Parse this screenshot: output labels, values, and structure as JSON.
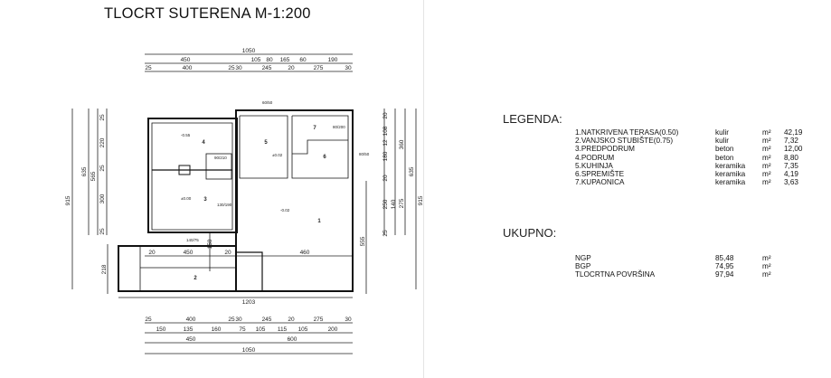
{
  "title": "TLOCRT SUTERENA   M-1:200",
  "plan": {
    "top_dims": {
      "total": "1050",
      "row2": [
        "450",
        "105",
        "80",
        "165",
        "60",
        "190"
      ],
      "row3": [
        "25",
        "400",
        "25",
        "30",
        "245",
        "20",
        "275",
        "30"
      ]
    },
    "bottom_dims": {
      "row1": [
        "25",
        "400",
        "25",
        "30",
        "245",
        "20",
        "275",
        "30"
      ],
      "row2": [
        "150",
        "135",
        "160",
        "75",
        "105",
        "115",
        "105",
        "200"
      ],
      "row3": [
        "450",
        "600"
      ],
      "total": "1050"
    },
    "left_dims": [
      "915",
      "635",
      "565",
      "25",
      "220",
      "25",
      "300",
      "25",
      "218"
    ],
    "right_dims": [
      "915",
      "635",
      "360",
      "275",
      "555",
      "20",
      "108",
      "12",
      "180",
      "20",
      "250",
      "140",
      "25"
    ],
    "inner_dims": [
      "20",
      "450",
      "20",
      "460",
      "150",
      "1203"
    ],
    "rooms": [
      "1",
      "2",
      "3",
      "4",
      "5",
      "6",
      "7"
    ],
    "levels": [
      "-0.55",
      "±0.00",
      "±0.02",
      "-0.02"
    ],
    "openings": [
      "80/200",
      "90/210",
      "130/190",
      "140/75",
      "60/50",
      "80/50"
    ]
  },
  "legend": {
    "heading": "LEGENDA:",
    "unit": "m²",
    "items": [
      {
        "name": "1.NATKRIVENA TERASA(0.50)",
        "material": "kulir",
        "value": "42,19"
      },
      {
        "name": "2.VANJSKO STUBIŠTE(0.75)",
        "material": "kulir",
        "value": "7,32"
      },
      {
        "name": "3.PREDPODRUM",
        "material": "beton",
        "value": "12,00"
      },
      {
        "name": "4.PODRUM",
        "material": "beton",
        "value": "8,80"
      },
      {
        "name": "5.KUHINJA",
        "material": "keramika",
        "value": "7,35"
      },
      {
        "name": "6.SPREMIŠTE",
        "material": "keramika",
        "value": "4,19"
      },
      {
        "name": "7.KUPAONICA",
        "material": "keramika",
        "value": "3,63"
      }
    ]
  },
  "totals": {
    "heading": "UKUPNO:",
    "items": [
      {
        "name": "NGP",
        "value": "85,48",
        "unit": "m²"
      },
      {
        "name": "BGP",
        "value": "74,95",
        "unit": "m²"
      },
      {
        "name": "TLOCRTNA POVRŠINA",
        "value": "97,94",
        "unit": "m²"
      }
    ]
  }
}
